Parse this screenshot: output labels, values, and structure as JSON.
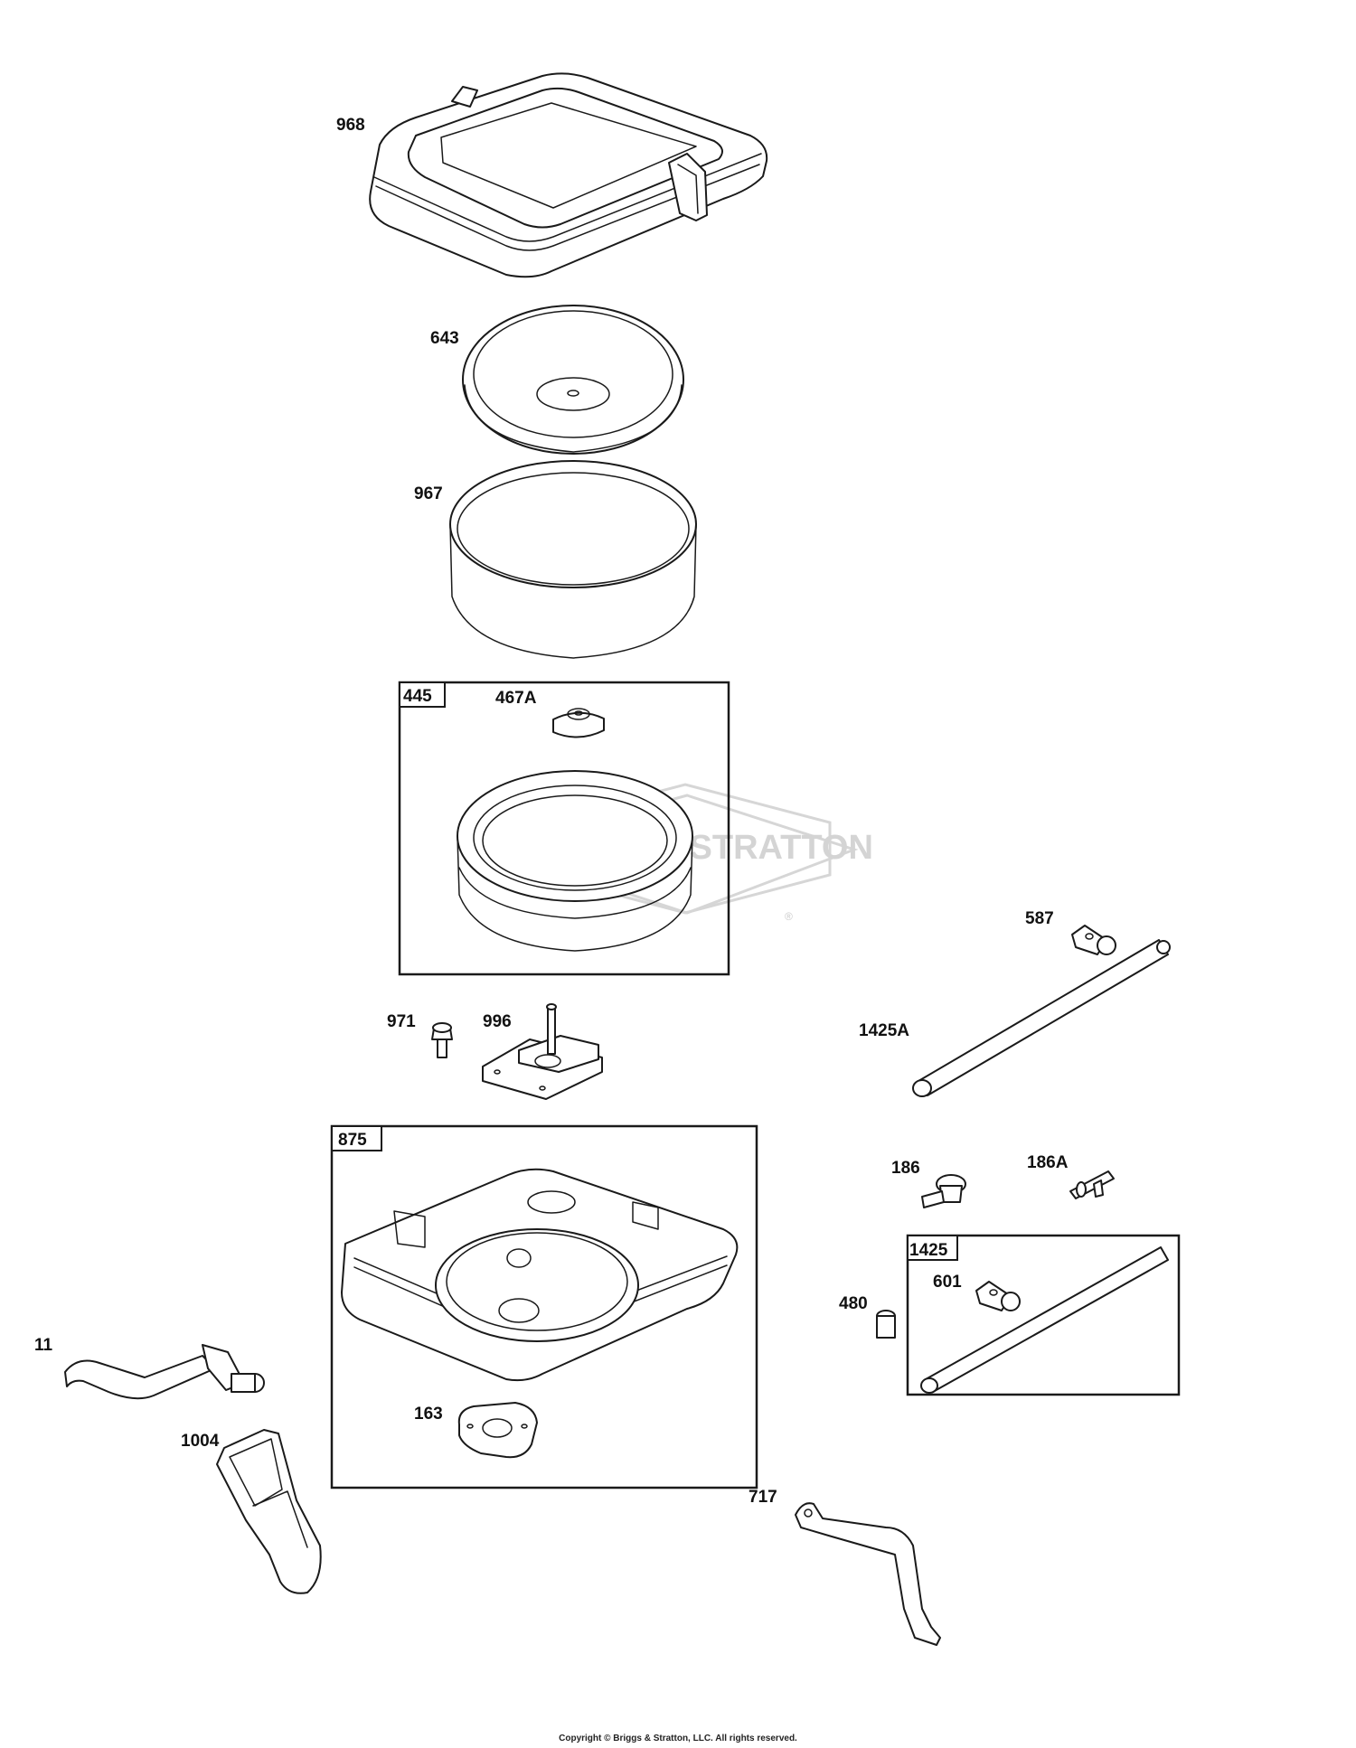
{
  "watermark": {
    "brand": "BRIGGS & STRATTON",
    "registered": "®"
  },
  "callouts": {
    "p968": "968",
    "p643": "643",
    "p967": "967",
    "p445": "445",
    "p467A": "467A",
    "p587": "587",
    "p1425A": "1425A",
    "p971": "971",
    "p996": "996",
    "p875": "875",
    "p186": "186",
    "p186A": "186A",
    "p1425": "1425",
    "p601": "601",
    "p480": "480",
    "p11": "11",
    "p163": "163",
    "p1004": "1004",
    "p717": "717"
  },
  "footer": {
    "copyright": "Copyright © Briggs & Stratton, LLC. All rights reserved."
  }
}
